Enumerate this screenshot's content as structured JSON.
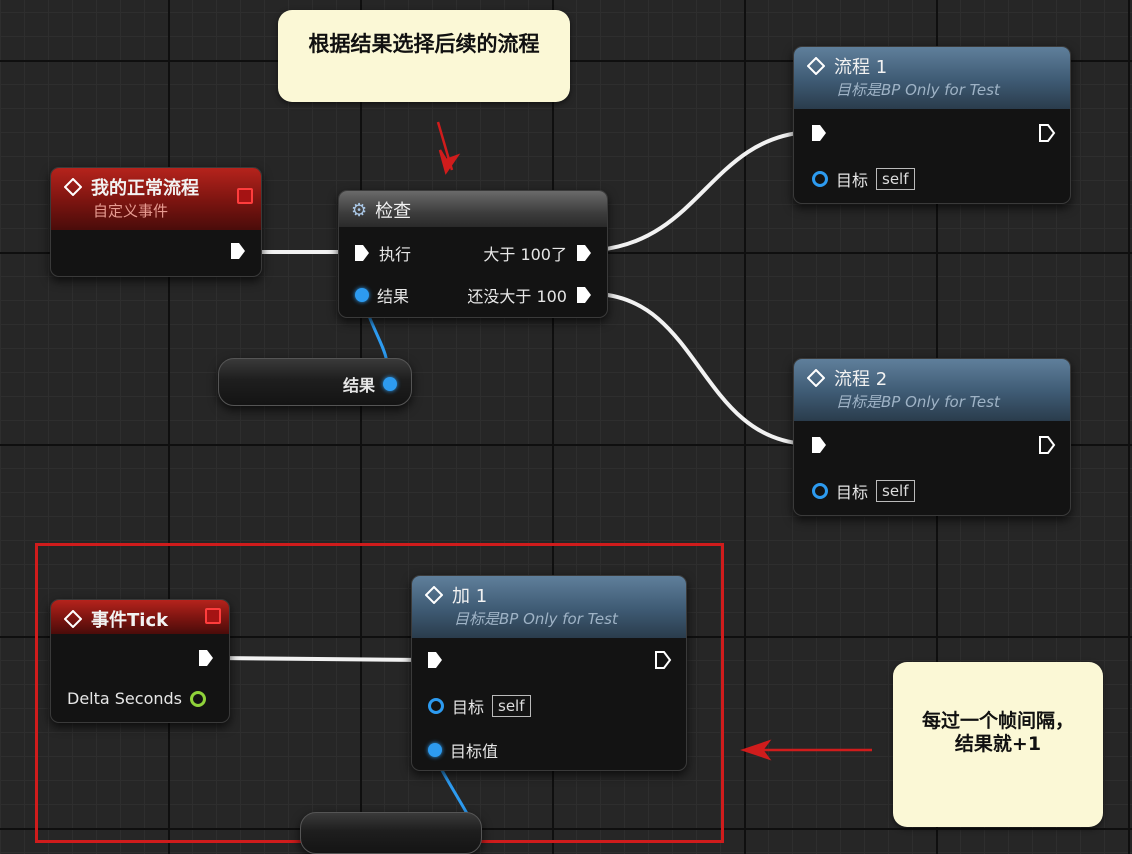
{
  "notes": {
    "top": "根据结果选择后续的流程",
    "right": "每过一个帧间隔，结果就+1"
  },
  "nodes": {
    "normal_flow": {
      "title": "我的正常流程",
      "subtitle": "自定义事件"
    },
    "check": {
      "title": "检查",
      "exec_in": "执行",
      "result_in": "结果",
      "out_greater": "大于 100了",
      "out_not": "还没大于 100"
    },
    "result_var": {
      "label": "结果"
    },
    "flow1": {
      "title": "流程 1",
      "subtitle": "目标是BP Only for Test",
      "target_label": "目标",
      "target_value": "self"
    },
    "flow2": {
      "title": "流程 2",
      "subtitle": "目标是BP Only for Test",
      "target_label": "目标",
      "target_value": "self"
    },
    "event_tick": {
      "title": "事件Tick",
      "delta": "Delta Seconds"
    },
    "add1": {
      "title": "加 1",
      "subtitle": "目标是BP Only for Test",
      "target_label": "目标",
      "target_value": "self",
      "target_val_label": "目标值"
    }
  },
  "colors": {
    "event_header": "#b5231c",
    "function_header": "#3e5a73",
    "pin_blue": "#2d9bf0",
    "pin_green": "#8fd23a",
    "annotation_red": "#d01c1c",
    "note_bg": "#fbf8d6"
  },
  "icons": {
    "event": "diamond-icon",
    "check": "gear-icon",
    "exec": "exec-pin-icon",
    "stop": "stop-square-icon"
  }
}
